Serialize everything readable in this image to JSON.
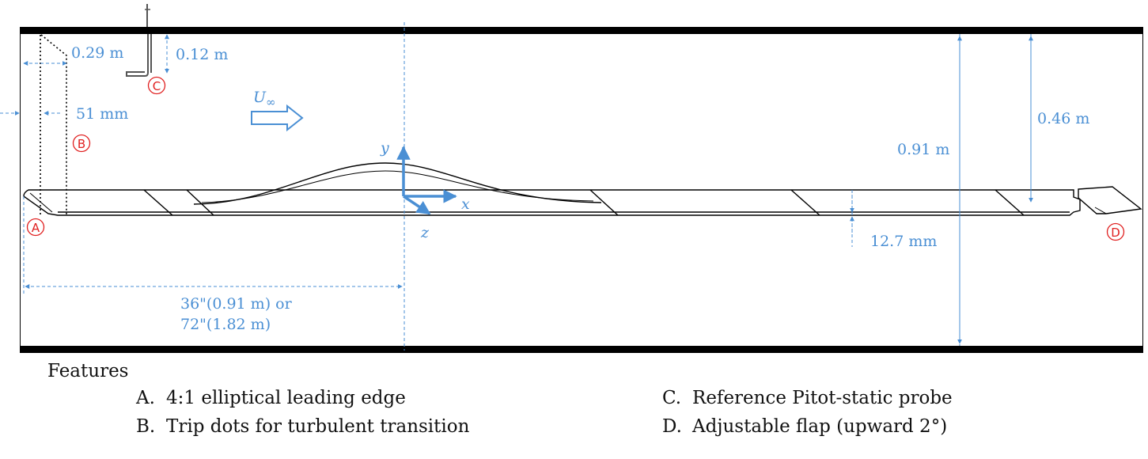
{
  "dimensions": {
    "leading_edge_offset": "0.29 m",
    "probe_height": "0.12 m",
    "trip_offset": "51 mm",
    "ceiling_gap": "0.46 m",
    "tunnel_height": "0.91 m",
    "plate_thickness": "12.7 mm",
    "bump_distance_line1": "36\"(0.91 m) or",
    "bump_distance_line2": "72\"(1.82 m)"
  },
  "symbols": {
    "freestream": "U",
    "freestream_sub": "∞",
    "axis_x": "x",
    "axis_y": "y",
    "axis_z": "z"
  },
  "markers": {
    "a": "A",
    "b": "B",
    "c": "C",
    "d": "D"
  },
  "features": {
    "title": "Features",
    "items": [
      {
        "key": "A.",
        "text": "4:1 elliptical leading edge"
      },
      {
        "key": "B.",
        "text": "Trip dots for turbulent transition"
      },
      {
        "key": "C.",
        "text": "Reference Pitot-static probe"
      },
      {
        "key": "D.",
        "text": "Adjustable flap (upward 2°)"
      }
    ]
  },
  "colors": {
    "dimension": "#4a8fd4",
    "marker": "#e02020",
    "structure": "#000000"
  }
}
